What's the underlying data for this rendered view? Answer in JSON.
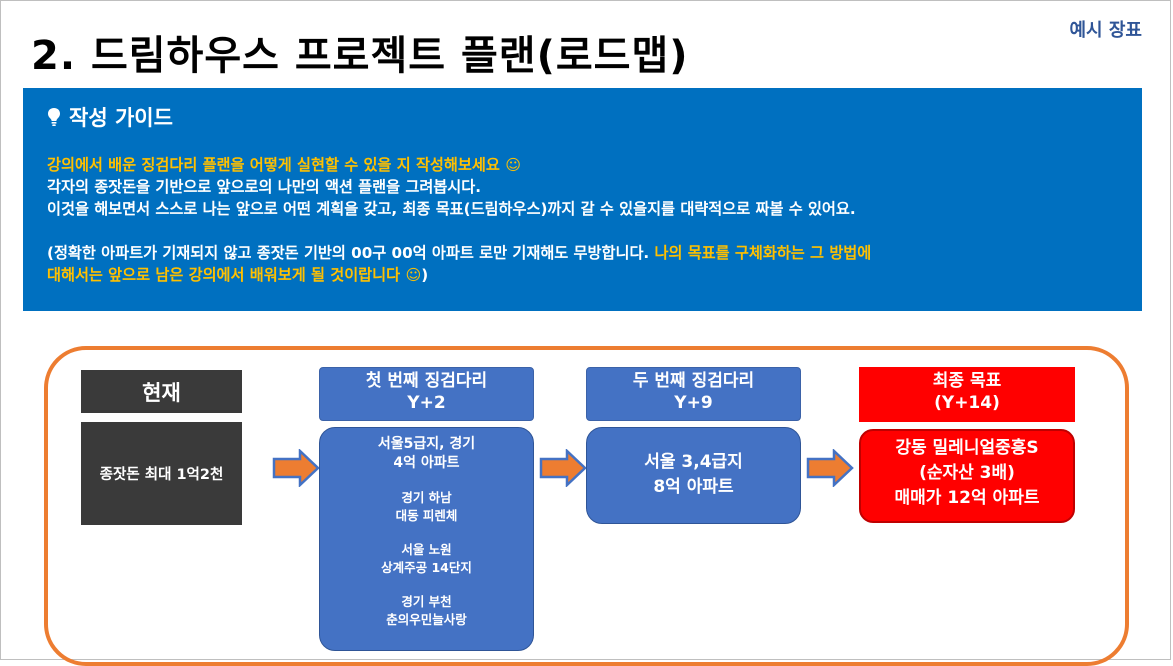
{
  "header": {
    "example_tag": "예시 장표",
    "title": "2. 드림하우스 프로젝트 플랜(로드맵)"
  },
  "guide": {
    "heading": "작성 가이드",
    "line1": "강의에서 배운 징검다리 플랜을 어떻게 실현할 수 있을 지 작성해보세요 ☺",
    "line2": "각자의 종잣돈을 기반으로 앞으로의 나만의 액션 플랜을 그려봅시다.",
    "line3": "이것을 해보면서 스스로 나는 앞으로 어떤 계획을 갖고, 최종 목표(드림하우스)까지 갈 수 있을지를 대략적으로 짜볼 수 있어요.",
    "line4_white": "(정확한 아파트가 기재되지 않고 종잣돈 기반의 00구 00억 아파트 로만 기재해도 무방합니다.",
    "line4_yellow": " 나의 목표를 구체화하는 그 방법에",
    "line5_yellow": "대해서는 앞으로 남은 강의에서 배워보게 될 것이랍니다 ☺",
    "line5_white": ")"
  },
  "roadmap": {
    "current": {
      "header": "현재",
      "body": "종잣돈 최대 1억2천"
    },
    "first": {
      "header_line1": "첫 번째 징검다리",
      "header_line2": "Y+2",
      "items": [
        {
          "a": "서울5급지, 경기",
          "b": "4억 아파트"
        },
        {
          "a": "경기 하남",
          "b": "대동 피렌체"
        },
        {
          "a": "서울 노원",
          "b": "상계주공 14단지"
        },
        {
          "a": "경기 부천",
          "b": "춘의우민늘사랑"
        }
      ]
    },
    "second": {
      "header_line1": "두 번째 징검다리",
      "header_line2": "Y+9",
      "body_line1": "서울 3,4급지",
      "body_line2": "8억 아파트"
    },
    "final": {
      "header_line1": "최종 목표",
      "header_line2": "(Y+14)",
      "body_line1": "강동 밀레니얼중흥S",
      "body_line2": "(순자산 3배)",
      "body_line3": "매매가 12억 아파트"
    }
  },
  "colors": {
    "guide_bg": "#0070c0",
    "highlight": "#ffc000",
    "roadmap_border": "#ed7d31",
    "step_blue": "#4472c4",
    "dark": "#3a3a3a",
    "final_red": "#ff0000"
  }
}
